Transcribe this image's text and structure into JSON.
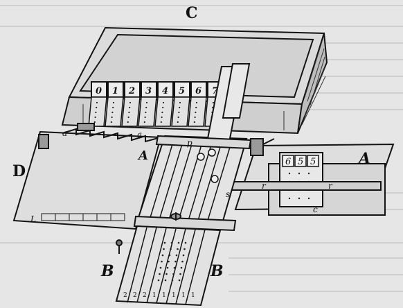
{
  "labels": {
    "box": "C",
    "left_board": "D",
    "right_board": "A",
    "slide_a": "A",
    "bottom_left": "B",
    "bottom_right": "B",
    "small_a_left": "a",
    "small_a_mid": "a",
    "small_p": "p",
    "small_l": "L",
    "small_r_left": "r",
    "small_r_right": "r",
    "small_c": "c",
    "small_s": "s"
  },
  "digit_tabs": [
    "0",
    "1",
    "2",
    "3",
    "4",
    "5",
    "6",
    "7"
  ],
  "counter_digits": [
    "6",
    "5",
    "5"
  ],
  "bottom_digits": [
    "2",
    "2",
    "2",
    "1",
    "1",
    "1",
    "1",
    "1"
  ],
  "colors": {
    "ink": "#141414",
    "paper": "#e6e6e6",
    "shade": "#555555"
  }
}
